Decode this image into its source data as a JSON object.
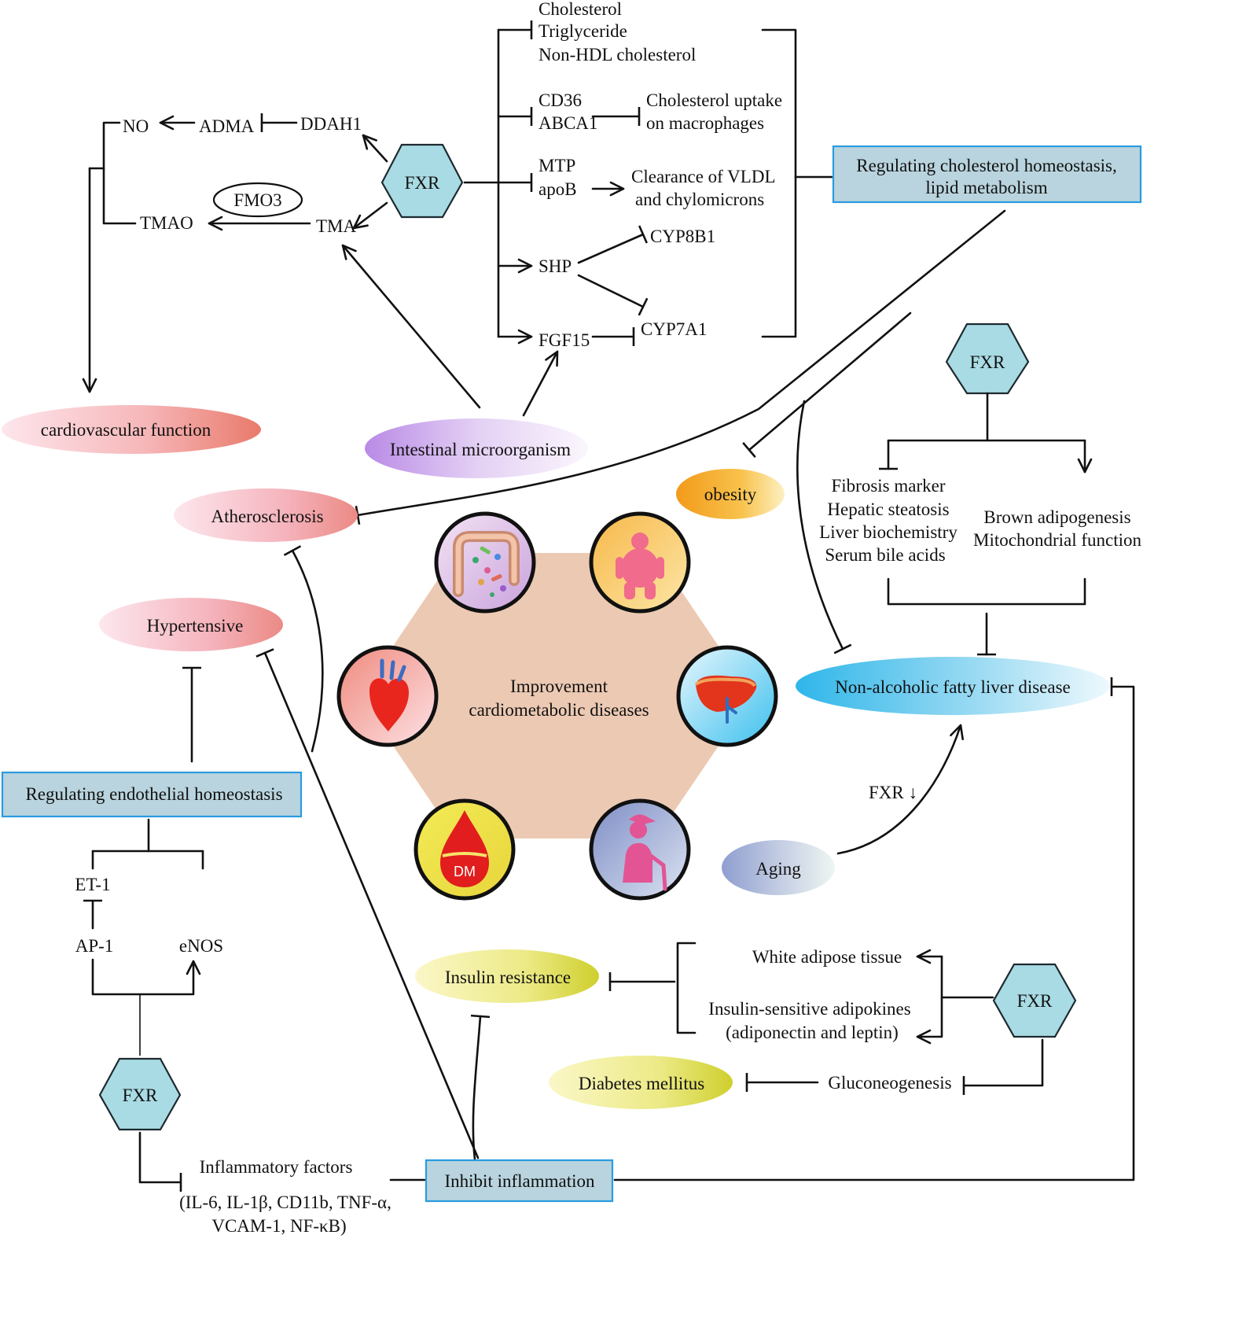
{
  "fxr": "FXR",
  "top_pathway": {
    "no": "NO",
    "adma": "ADMA",
    "ddah1": "DDAH1",
    "fmo3": "FMO3",
    "tmao": "TMAO",
    "tma": "TMA"
  },
  "lipid_targets": {
    "cholesterol": "Cholesterol",
    "triglyceride": "Triglyceride",
    "non_hdl": "Non-HDL cholesterol",
    "cd36": "CD36",
    "abca1": "ABCA1",
    "cholesterol_uptake_1": "Cholesterol uptake",
    "cholesterol_uptake_2": "on macrophages",
    "mtp": "MTP",
    "apob": "apoB",
    "clearance_1": "Clearance of VLDL",
    "clearance_2": "and chylomicrons",
    "shp": "SHP",
    "cyp8b1": "CYP8B1",
    "fgf15": "FGF15",
    "cyp7a1": "CYP7A1"
  },
  "boxes": {
    "cholesterol_1": "Regulating cholesterol homeostasis,",
    "cholesterol_2": "lipid metabolism",
    "endothelial": "Regulating endothelial homeostasis",
    "inflammation": "Inhibit inflammation"
  },
  "ovals": {
    "cardiovascular": "cardiovascular function",
    "intestinal": "Intestinal microorganism",
    "atherosclerosis": "Atherosclerosis",
    "obesity": "obesity",
    "hypertensive": "Hypertensive",
    "nafld": "Non-alcoholic fatty liver disease",
    "aging": "Aging",
    "insulin_resistance": "Insulin resistance",
    "diabetes": "Diabetes mellitus"
  },
  "center": {
    "line1": "Improvement",
    "line2": "cardiometabolic diseases",
    "dm_badge": "DM"
  },
  "liver_panel": {
    "fibrosis": "Fibrosis marker",
    "steatosis": "Hepatic steatosis",
    "biochemistry": "Liver biochemistry",
    "bile_acids": "Serum bile acids",
    "brown": "Brown adipogenesis",
    "mito": "Mitochondrial function",
    "fxr_down": "FXR ↓"
  },
  "endothelial_panel": {
    "et1": "ET-1",
    "ap1": "AP-1",
    "enos": "eNOS",
    "inflam_1": "Inflammatory factors",
    "inflam_2": "(IL-6, IL-1β, CD11b, TNF-α,",
    "inflam_3": "VCAM-1, NF-κB)"
  },
  "adipose_panel": {
    "white": "White adipose tissue",
    "adipokines_1": "Insulin-sensitive adipokines",
    "adipokines_2": "(adiponectin and leptin)",
    "gluconeogenesis": "Gluconeogenesis"
  },
  "colors": {
    "box_fill": "#b9d4de",
    "box_border": "#2a9be0",
    "hexagon_fill": "#a9dbe4",
    "center_hexagon": "#ecc9b3"
  },
  "icons": [
    "intestine-icon",
    "obesity-person-icon",
    "heart-icon",
    "liver-icon",
    "diabetes-drop-icon",
    "elderly-person-icon"
  ]
}
